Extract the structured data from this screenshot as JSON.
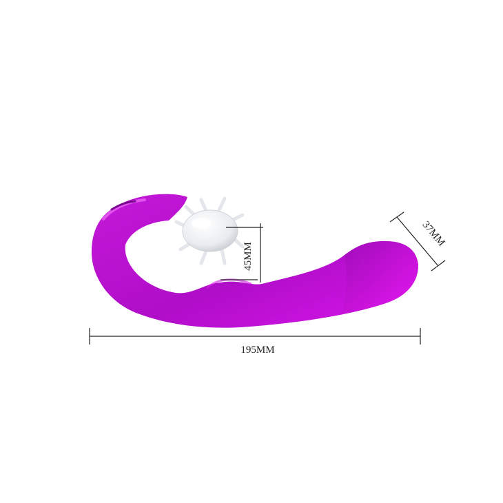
{
  "dimensions": {
    "length_label": "195MM",
    "head_label": "37MM",
    "wheel_label": "45MM"
  },
  "colors": {
    "body_main": "#b70fd0",
    "body_highlight": "#e11af0",
    "body_shadow": "#8d0aa4",
    "wheel": "#f2f4f7",
    "line": "#222222"
  }
}
